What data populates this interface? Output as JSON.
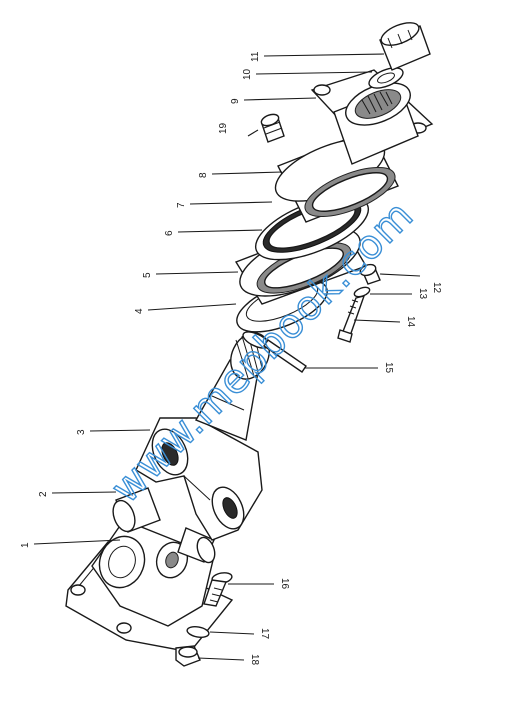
{
  "callouts": [
    {
      "id": "1",
      "label": "1"
    },
    {
      "id": "2",
      "label": "2"
    },
    {
      "id": "3",
      "label": "3"
    },
    {
      "id": "4",
      "label": "4"
    },
    {
      "id": "5",
      "label": "5"
    },
    {
      "id": "6",
      "label": "6"
    },
    {
      "id": "7",
      "label": "7"
    },
    {
      "id": "8",
      "label": "8"
    },
    {
      "id": "9",
      "label": "9"
    },
    {
      "id": "10",
      "label": "10"
    },
    {
      "id": "11",
      "label": "11"
    },
    {
      "id": "12",
      "label": "12"
    },
    {
      "id": "13",
      "label": "13"
    },
    {
      "id": "14",
      "label": "14"
    },
    {
      "id": "15",
      "label": "15"
    },
    {
      "id": "16",
      "label": "16"
    },
    {
      "id": "17",
      "label": "17"
    },
    {
      "id": "18",
      "label": "18"
    },
    {
      "id": "19",
      "label": "19"
    }
  ],
  "watermark": "www.mepbook.com",
  "colors": {
    "line": "#1a1a1a",
    "watermark": "#3a8fd6",
    "background": "#ffffff"
  }
}
